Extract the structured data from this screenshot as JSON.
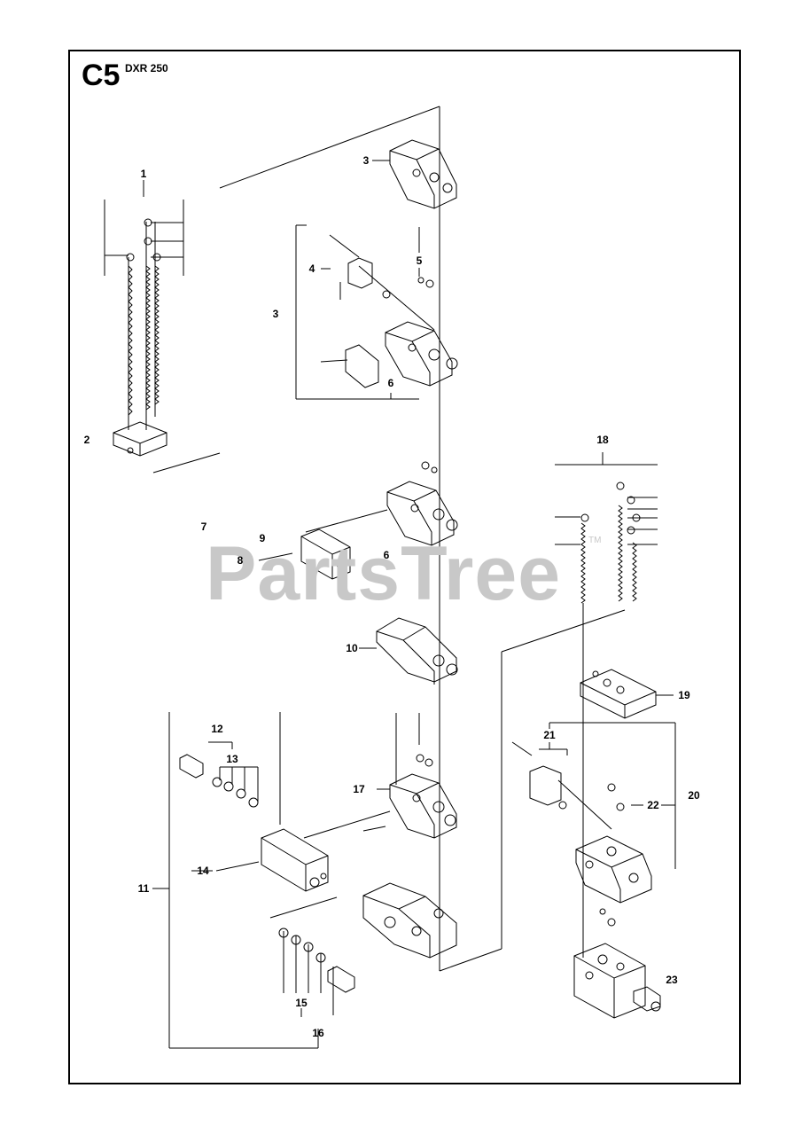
{
  "diagram": {
    "code": "C5",
    "model": "DXR 250",
    "watermark": "PartsTree",
    "watermark_tm": "TM"
  },
  "callouts": [
    {
      "id": "c1",
      "text": "1"
    },
    {
      "id": "c2",
      "text": "2"
    },
    {
      "id": "c3a",
      "text": "3"
    },
    {
      "id": "c3b",
      "text": "3"
    },
    {
      "id": "c4",
      "text": "4"
    },
    {
      "id": "c5",
      "text": "5"
    },
    {
      "id": "c6a",
      "text": "6"
    },
    {
      "id": "c6b",
      "text": "6"
    },
    {
      "id": "c7",
      "text": "7"
    },
    {
      "id": "c8",
      "text": "8"
    },
    {
      "id": "c9",
      "text": "9"
    },
    {
      "id": "c10",
      "text": "10"
    },
    {
      "id": "c11",
      "text": "11"
    },
    {
      "id": "c12",
      "text": "12"
    },
    {
      "id": "c13",
      "text": "13"
    },
    {
      "id": "c14",
      "text": "14"
    },
    {
      "id": "c15",
      "text": "15"
    },
    {
      "id": "c16",
      "text": "16"
    },
    {
      "id": "c17",
      "text": "17"
    },
    {
      "id": "c18",
      "text": "18"
    },
    {
      "id": "c19",
      "text": "19"
    },
    {
      "id": "c20",
      "text": "20"
    },
    {
      "id": "c21",
      "text": "21"
    },
    {
      "id": "c22",
      "text": "22"
    },
    {
      "id": "c23",
      "text": "23"
    }
  ]
}
